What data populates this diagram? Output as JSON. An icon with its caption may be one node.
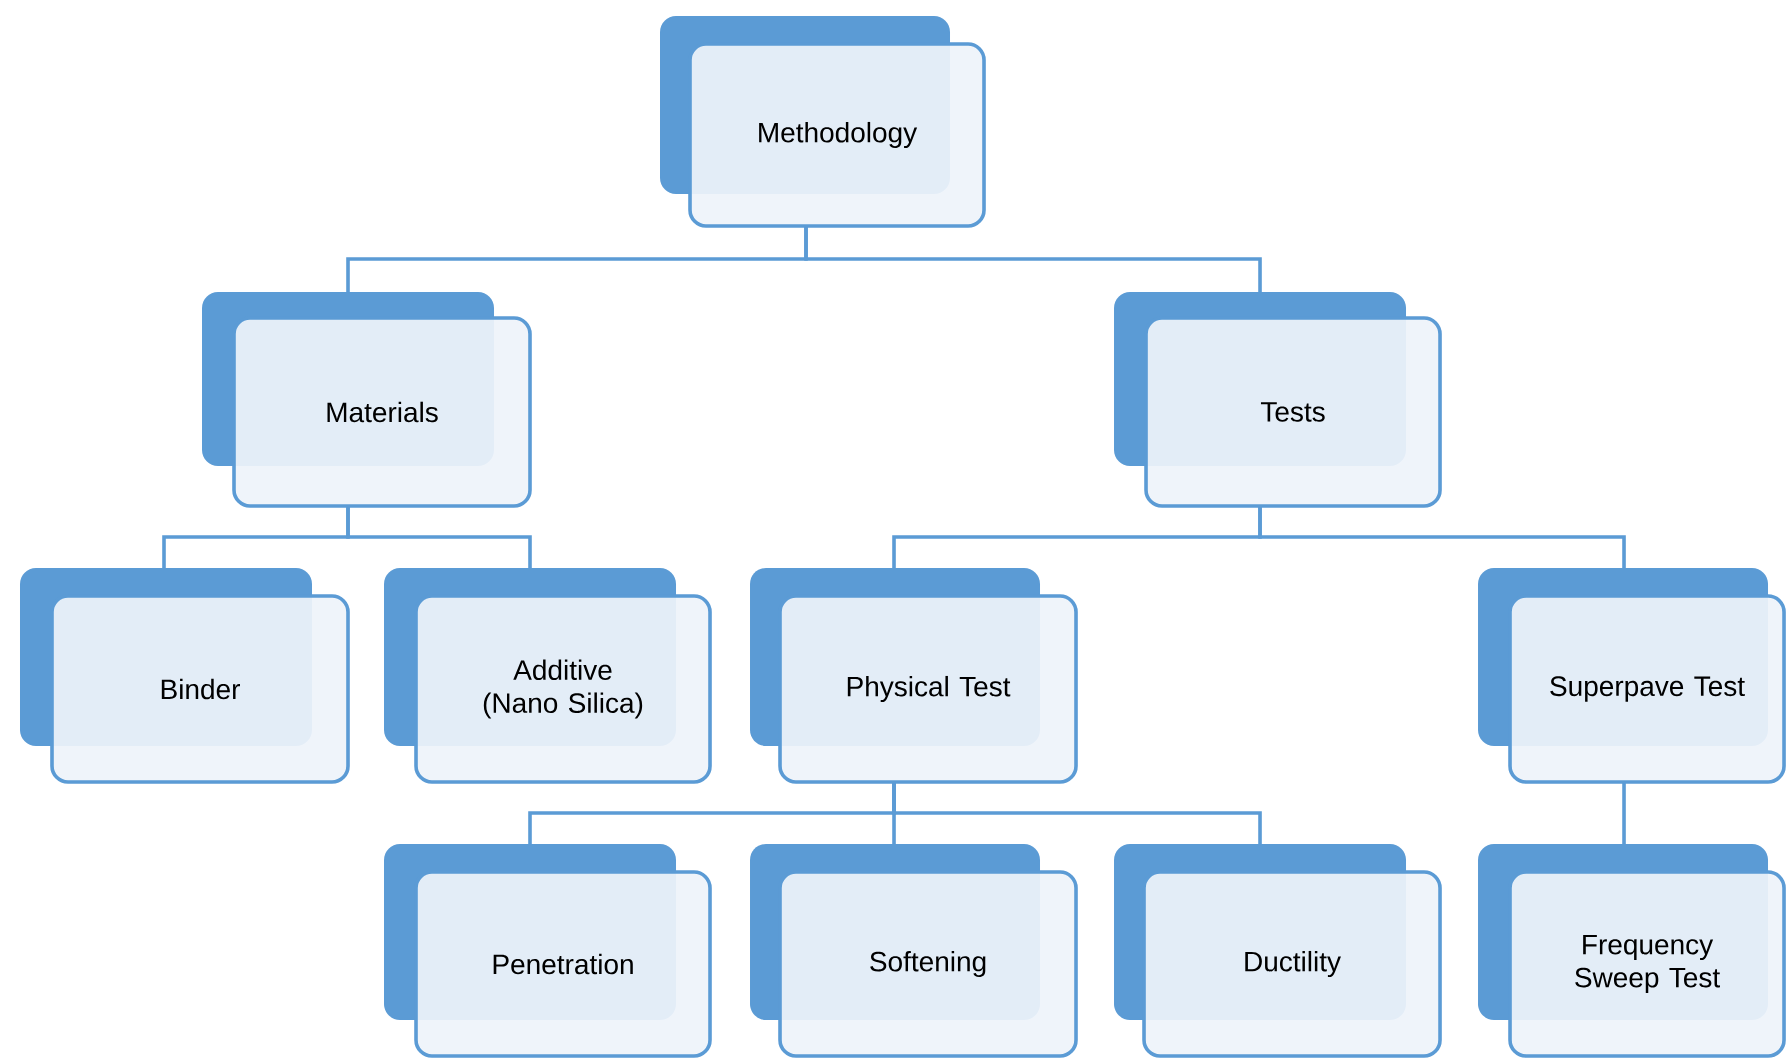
{
  "diagram": {
    "nodes": [
      {
        "text": [
          "Methodology"
        ]
      },
      {
        "text": [
          "Materials"
        ]
      },
      {
        "text": [
          "Tests"
        ]
      },
      {
        "text": [
          "Binder"
        ]
      },
      {
        "text": [
          "Additive (Nano Silica)"
        ]
      },
      {
        "text": [
          "Physical Test"
        ]
      },
      {
        "text": [
          "Superpave Test"
        ]
      },
      {
        "text": [
          "Penetration"
        ]
      },
      {
        "text": [
          "Softening"
        ]
      },
      {
        "text": [
          "Ductility"
        ]
      },
      {
        "text": [
          "Frequency Sweep Test"
        ]
      }
    ],
    "edges": [
      {
        "from": 0,
        "to": 1,
        "arrow": "none"
      },
      {
        "from": 0,
        "to": 2,
        "arrow": "none"
      },
      {
        "from": 1,
        "to": 3,
        "arrow": "none"
      },
      {
        "from": 1,
        "to": 4,
        "arrow": "none"
      },
      {
        "from": 2,
        "to": 5,
        "arrow": "none"
      },
      {
        "from": 2,
        "to": 6,
        "arrow": "none"
      },
      {
        "from": 5,
        "to": 7,
        "arrow": "none"
      },
      {
        "from": 5,
        "to": 8,
        "arrow": "none"
      },
      {
        "from": 5,
        "to": 9,
        "arrow": "none"
      },
      {
        "from": 6,
        "to": 10,
        "arrow": "none"
      }
    ]
  }
}
